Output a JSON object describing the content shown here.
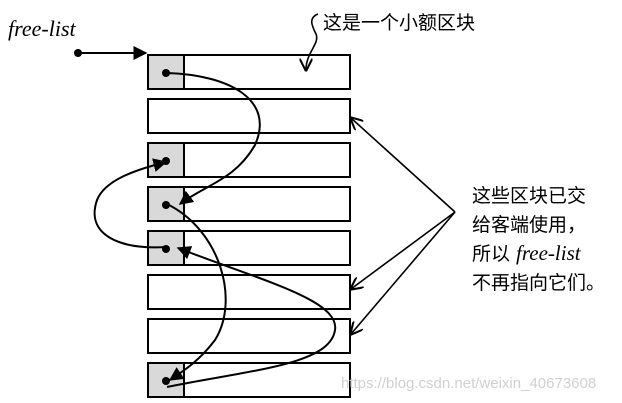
{
  "labels": {
    "free_list": "free-list",
    "block_label": "这是一个小额区块",
    "note_lines": [
      "这些区块已交",
      "给客端使用，",
      "所以 ",
      "不再指向它们。"
    ],
    "note_italic": "free-list"
  },
  "blocks": [
    {
      "free": true
    },
    {
      "free": false
    },
    {
      "free": true
    },
    {
      "free": true
    },
    {
      "free": true
    },
    {
      "free": false
    },
    {
      "free": false
    },
    {
      "free": true
    }
  ],
  "colors": {
    "free_cell": "#d9d9d9",
    "stroke": "#000000",
    "watermark": "#d0d0d0"
  },
  "watermark": "https://blog.csdn.net/weixin_40673608"
}
